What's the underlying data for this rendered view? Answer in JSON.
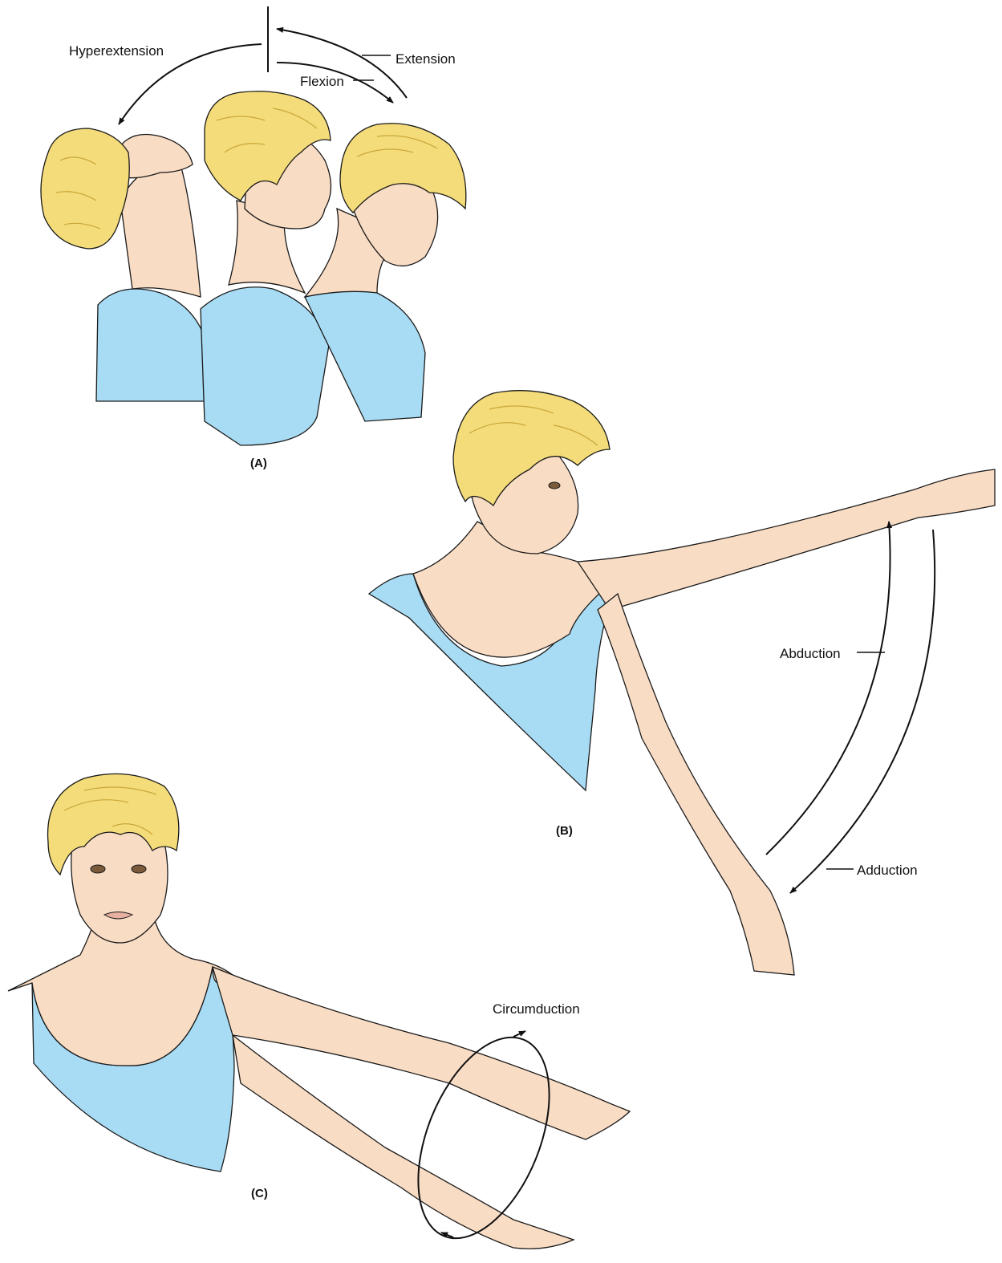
{
  "panels": {
    "a": {
      "label": "(A)"
    },
    "b": {
      "label": "(B)"
    },
    "c": {
      "label": "(C)"
    }
  },
  "movements": {
    "hyperextension": "Hyperextension",
    "extension": "Extension",
    "flexion": "Flexion",
    "abduction": "Abduction",
    "adduction": "Adduction",
    "circumduction": "Circumduction"
  },
  "colors": {
    "hair": "#f4dc7a",
    "hair_shade": "#d9b84a",
    "skin": "#f9dcc4",
    "skin_shade": "#e8b894",
    "tank_top": "#a8dcf4",
    "line": "#1a1a1a",
    "arrow": "#111111"
  }
}
